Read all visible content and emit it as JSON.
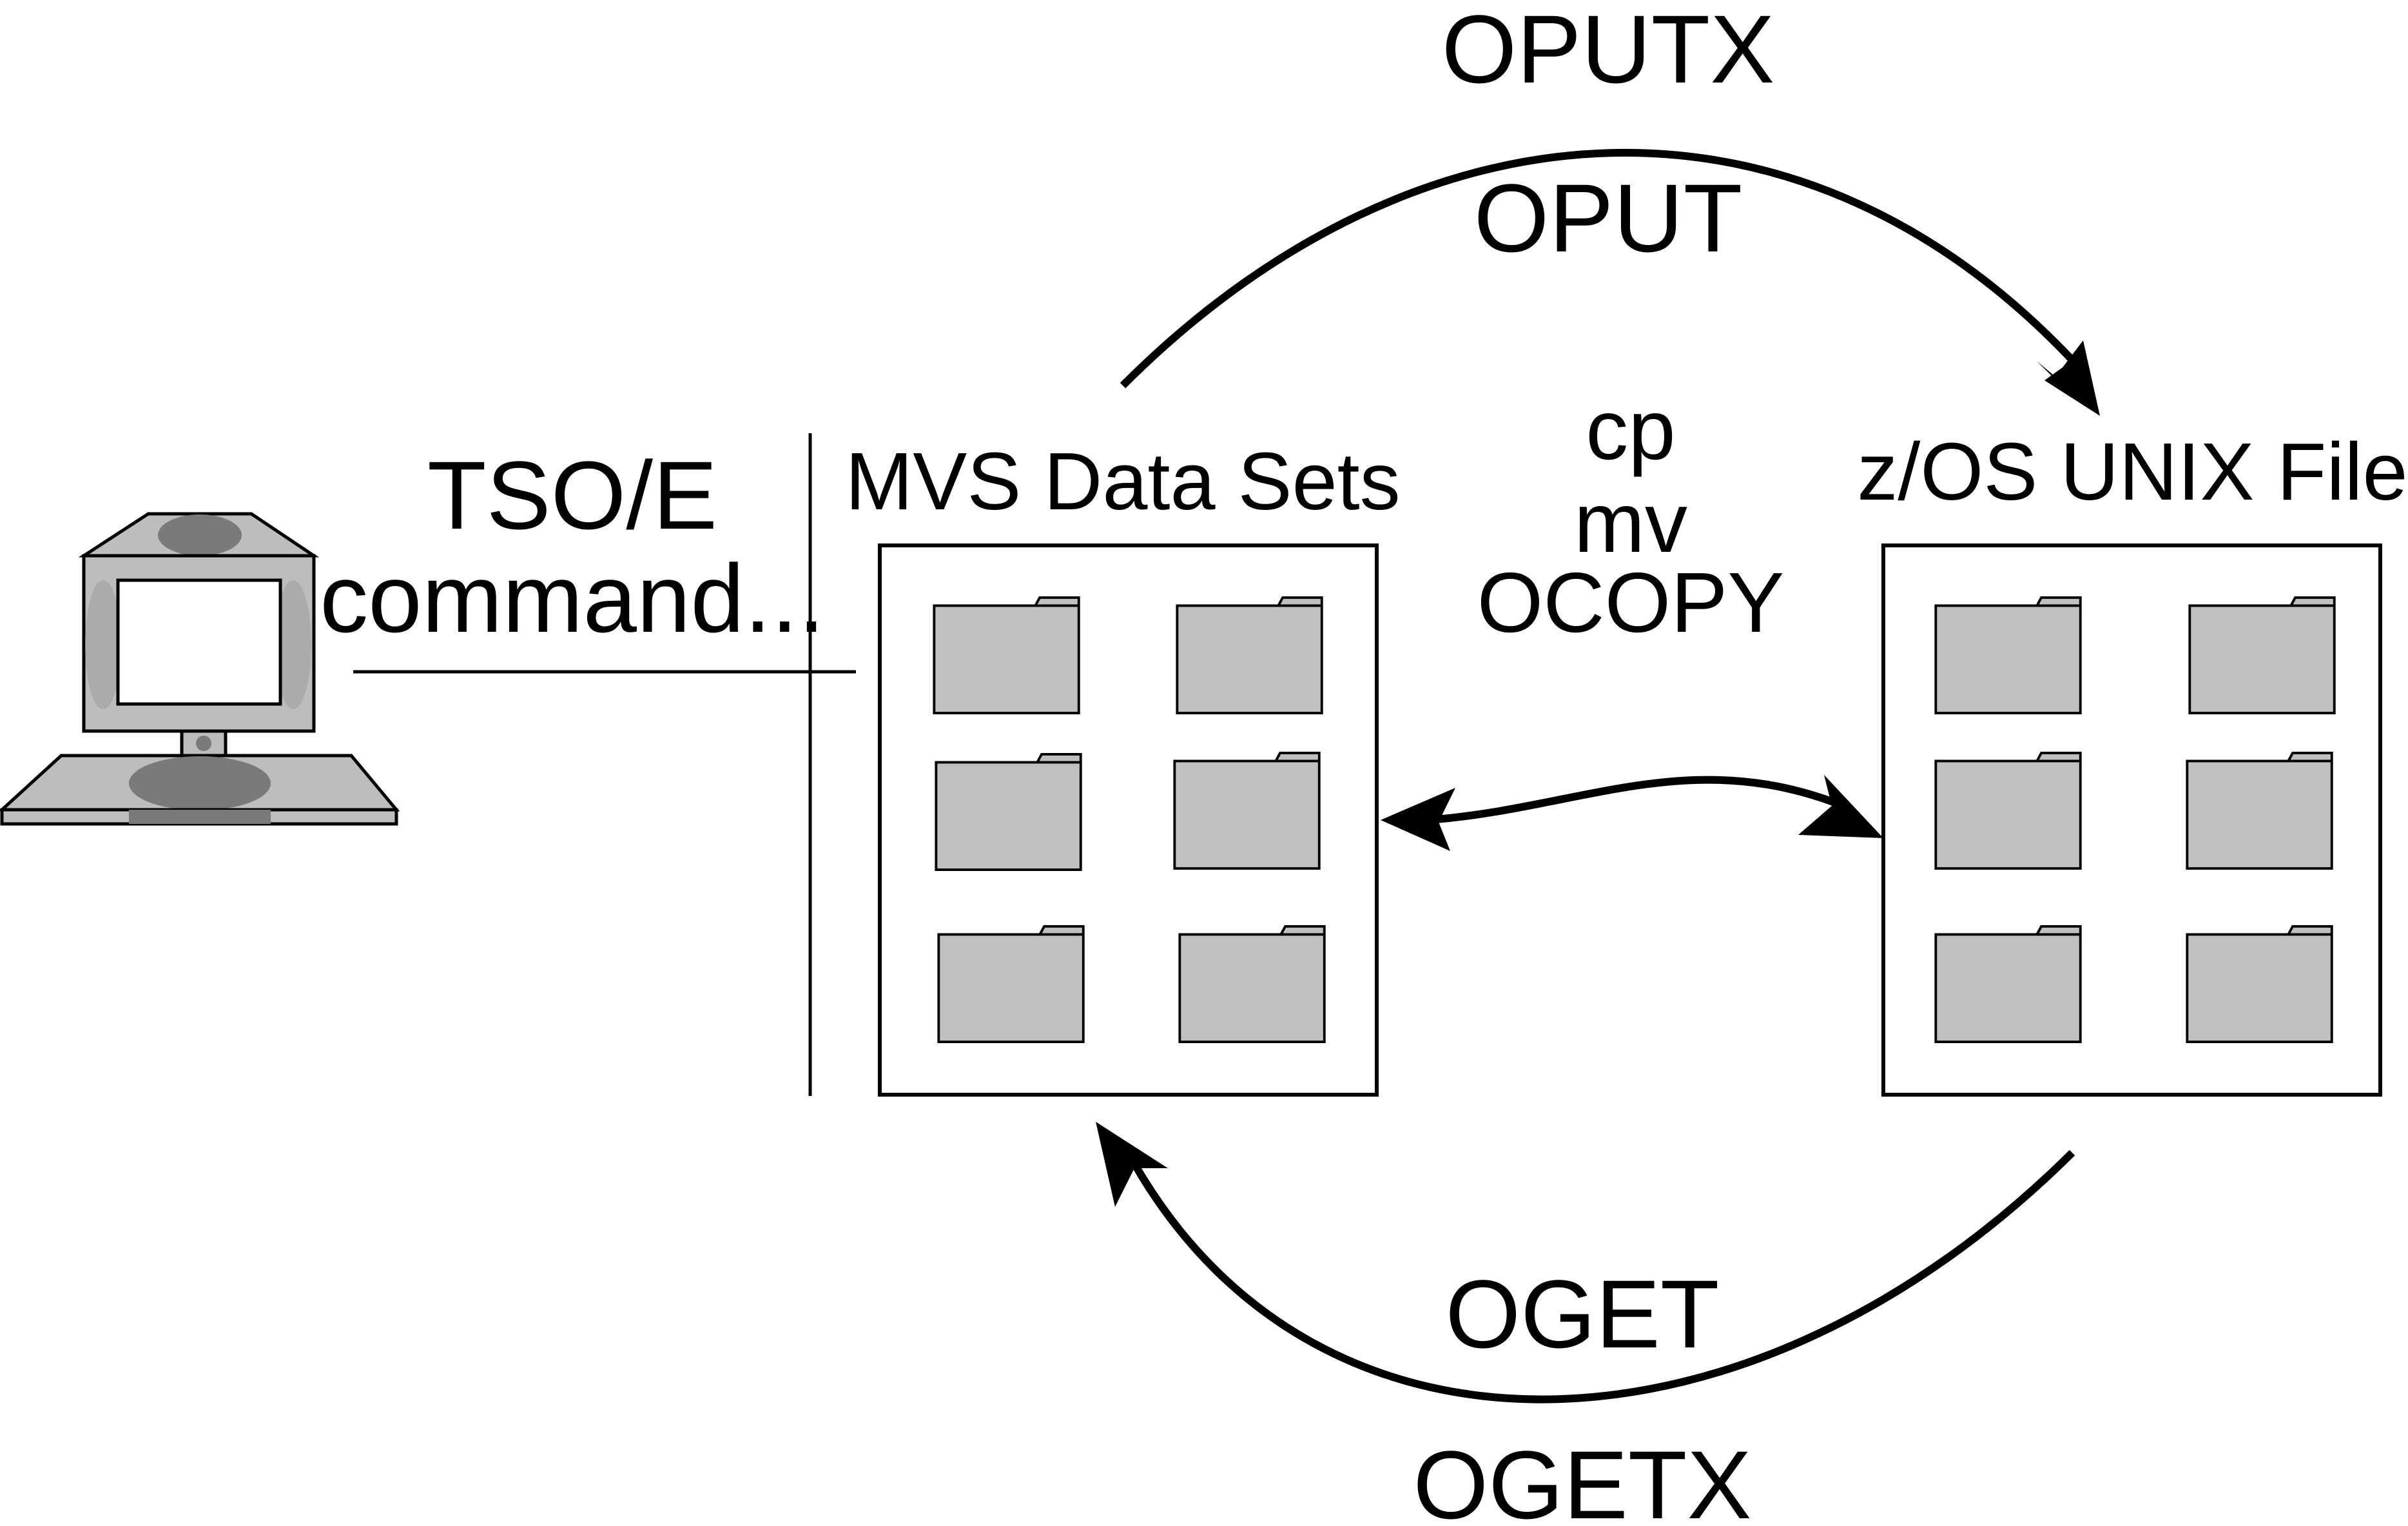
{
  "labels": {
    "oputx": "OPUTX",
    "oput": "OPUT",
    "tso_line1": "TSO/E",
    "tso_line2": "command...",
    "mvs_title": "MVS Data Sets",
    "unix_title": "z/OS UNIX Files",
    "cp": "cp",
    "mv": "mv",
    "ocopy": "OCOPY",
    "oget": "OGET",
    "ogetx": "OGETX"
  },
  "icons": {
    "computer": "computer-terminal-icon",
    "folder": "folder-icon"
  },
  "colors": {
    "stroke": "#000000",
    "folder_fill": "#c0c0c0",
    "terminal_shade": "#7a7a7a",
    "background": "#ffffff"
  }
}
